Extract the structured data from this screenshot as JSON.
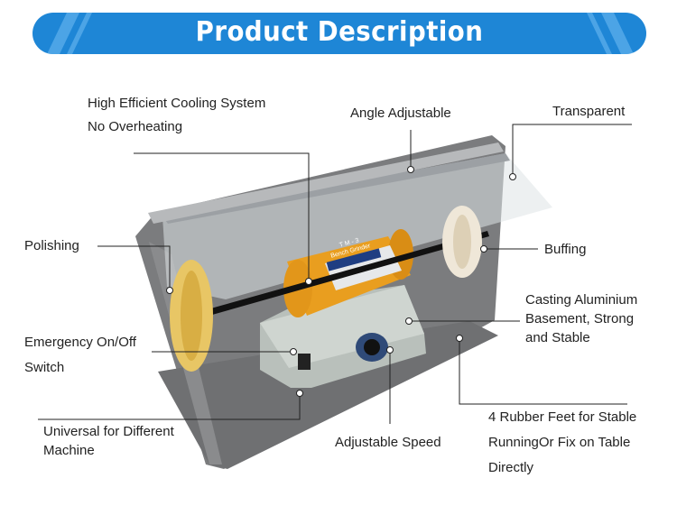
{
  "banner": {
    "title": "Product Description"
  },
  "callouts": {
    "cooling_line1": "High Efficient Cooling System",
    "cooling_line2": "No Overheating",
    "angle": "Angle Adjustable",
    "transparent": "Transparent",
    "polishing": "Polishing",
    "buffing": "Buffing",
    "casting_line1": "Casting Aluminium",
    "casting_line2": "Basement, Strong",
    "casting_line3": "and Stable",
    "emergency_line1": "Emergency On/Off",
    "emergency_line2": "Switch",
    "rubber_line1": "4 Rubber Feet for Stable",
    "rubber_line2": "RunningOr Fix on Table",
    "rubber_line3": "Directly",
    "universal_line1": "Universal for Different",
    "universal_line2": "Machine",
    "speed": "Adjustable Speed"
  },
  "device_markings": {
    "model": "T M - 3",
    "name": "Bench Grinder"
  }
}
